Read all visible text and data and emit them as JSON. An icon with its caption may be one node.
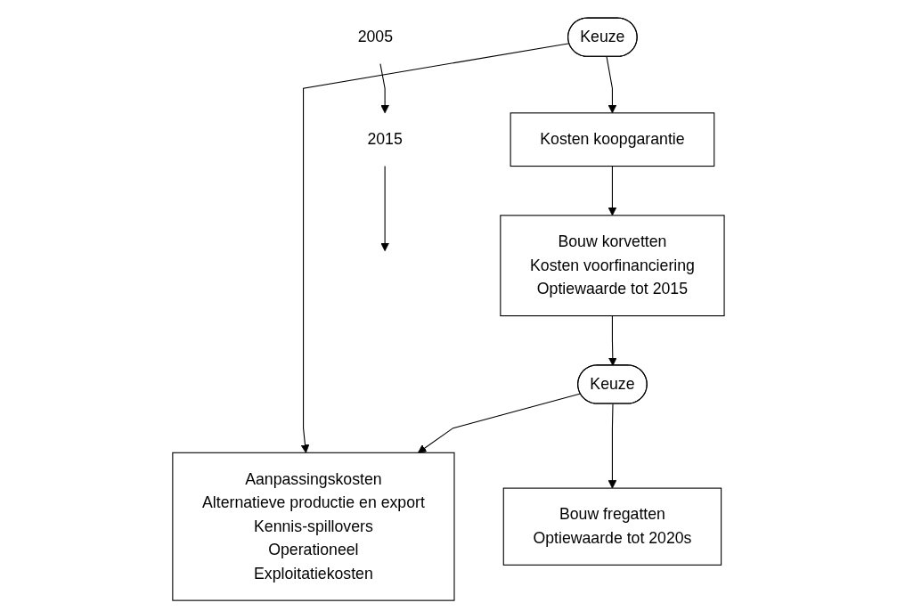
{
  "diagram": {
    "nodes": [
      {
        "text": [
          "2005"
        ]
      },
      {
        "text": [
          "Keuze"
        ]
      },
      {
        "text": [
          "Kosten koopgarantie"
        ]
      },
      {
        "text": [
          "Bouw korvetten",
          "Kosten voorfinanciering",
          "Optiewaarde tot 2015"
        ]
      },
      {
        "text": [
          "Aanpassingskosten",
          "Alternatieve productie en export",
          "Kennis-spillovers",
          "Operationeel",
          "Exploitatiekosten"
        ]
      },
      {
        "text": [
          "2015"
        ]
      },
      {
        "text": [
          "Keuze"
        ]
      },
      {
        "text": [
          "Bouw fregatten",
          "Optiewaarde tot 2020s"
        ]
      }
    ],
    "edges": [
      {
        "from": 1,
        "to": 2,
        "arrow": "to"
      },
      {
        "from": 2,
        "to": 3,
        "arrow": "to"
      },
      {
        "from": 1,
        "to": 4,
        "arrow": "to"
      },
      {
        "from": 3,
        "to": 6,
        "arrow": "to"
      },
      {
        "from": 6,
        "to": 4,
        "arrow": "to"
      },
      {
        "from": 6,
        "to": 7,
        "arrow": "to"
      },
      {
        "from": 0,
        "to": 5,
        "arrow": "to"
      },
      {
        "from": 5,
        "to": null,
        "arrow": "to"
      }
    ]
  }
}
